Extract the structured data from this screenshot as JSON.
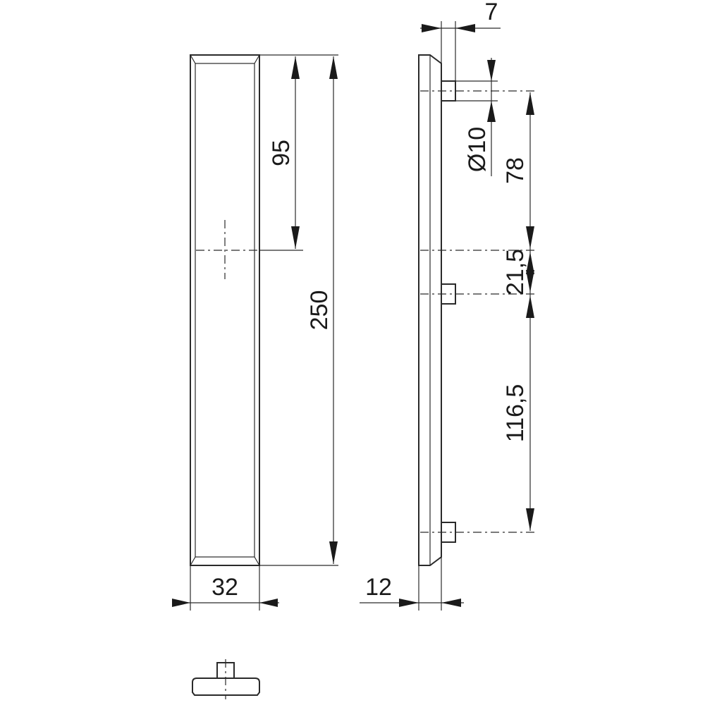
{
  "dimensions": {
    "total_length": "250",
    "axis_from_top": "95",
    "width": "32",
    "thickness": "12",
    "pin_length": "7",
    "pin_diameter": "Ø10",
    "top_to_axis": "78",
    "axis_to_pin": "21,5",
    "pin_spacing": "116,5"
  },
  "colors": {
    "line": "#2a2a2a",
    "background": "#ffffff"
  }
}
